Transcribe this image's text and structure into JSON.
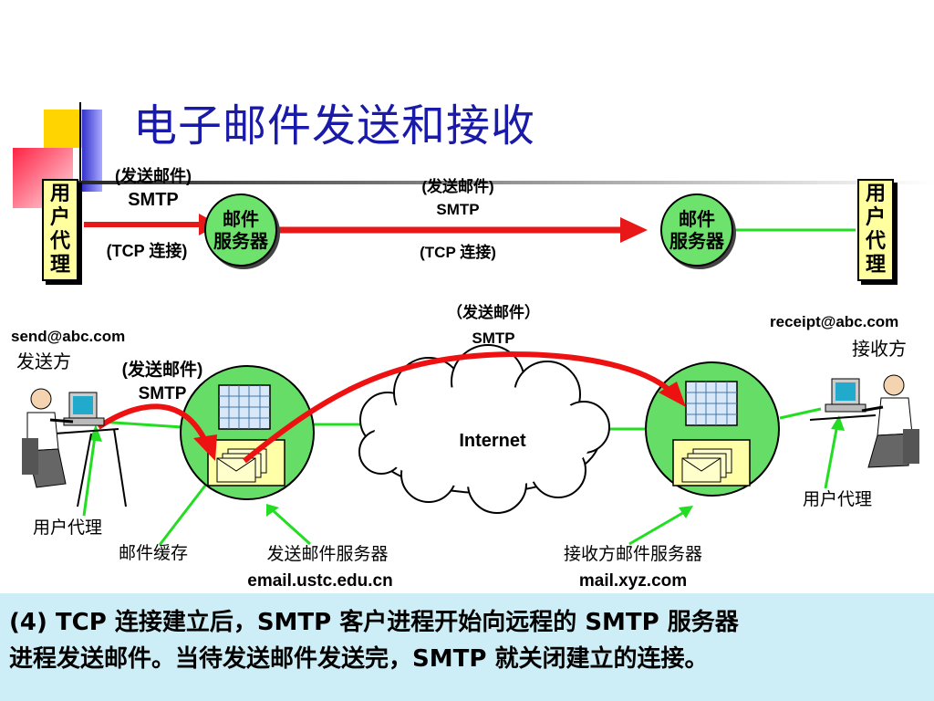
{
  "title": "电子邮件发送和接收",
  "top_row": {
    "ua_left": [
      "用",
      "户",
      "代",
      "理"
    ],
    "ua_right": [
      "用",
      "户",
      "代",
      "理"
    ],
    "server_left": [
      "邮件",
      "服务器"
    ],
    "server_right": [
      "邮件",
      "服务器"
    ],
    "label_left_top": "(发送邮件)",
    "label_left_smtp": "SMTP",
    "label_left_tcp": "(TCP 连接)",
    "label_mid_top": "(发送邮件)",
    "label_mid_smtp": "SMTP",
    "label_mid_tcp": "(TCP 连接)"
  },
  "bottom": {
    "sender_email": "send@abc.com",
    "sender_label": "发送方",
    "receiver_email": "receipt@abc.com",
    "receiver_label": "接收方",
    "send_label": "(发送邮件)",
    "send_smtp": "SMTP",
    "relay_label": "（发送邮件）",
    "relay_smtp": "SMTP",
    "internet_label": "Internet",
    "ua_left_label": "用户代理",
    "ua_right_label": "用户代理",
    "mail_buffer_label": "邮件缓存",
    "send_server_label": "发送邮件服务器",
    "send_server_domain": "email.ustc.edu.cn",
    "recv_server_label": "接收方邮件服务器",
    "recv_server_domain": "mail.xyz.com"
  },
  "caption": {
    "line1": "(4) TCP 连接建立后，SMTP 客户进程开始向远程的 SMTP 服务器",
    "line2": "进程发送邮件。当待发送邮件发送完，SMTP 就关闭建立的连接。"
  },
  "colors": {
    "title": "#1a1aa8",
    "green_line": "#22dd22",
    "red_arrow": "#ee1111",
    "server_fill": "#6de26d",
    "ua_box_fill": "#ffffa0",
    "caption_bg": "#cdeef6"
  }
}
